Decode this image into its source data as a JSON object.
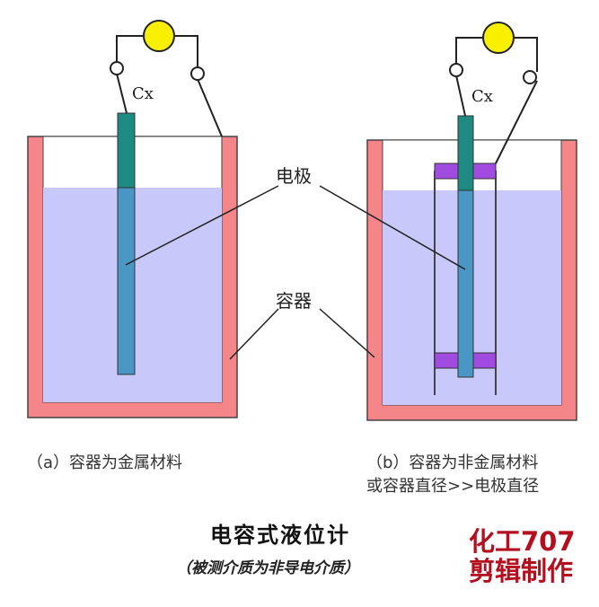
{
  "colors": {
    "container_wall": "#f4868a",
    "liquid": "#c8c8fa",
    "electrode_top": "#1e8a82",
    "electrode_submerged": "#4a96c4",
    "insulator": "#a24be0",
    "meter": "#f9f000",
    "wire": "#222222",
    "watermark": "#b30f1f"
  },
  "diagram_a": {
    "capacitance_label": "Cx",
    "caption": "（a）容器为金属材料"
  },
  "diagram_b": {
    "capacitance_label": "Cx",
    "caption_line1": "（b）容器为非金属材料",
    "caption_line2": "或容器直径>>电极直径"
  },
  "labels": {
    "electrode": "电极",
    "container": "容器"
  },
  "title": "电容式液位计",
  "subtitle": "（被测介质为非导电介质）",
  "watermark": {
    "line1": "化工707",
    "line2": "剪辑制作"
  }
}
